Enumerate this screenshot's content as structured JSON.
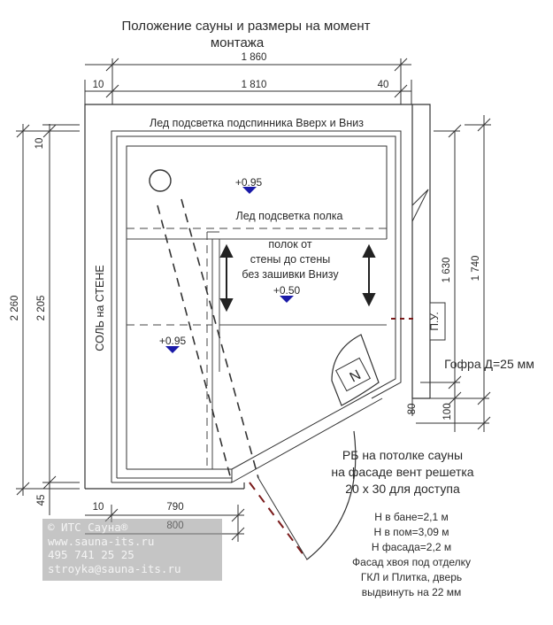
{
  "title_line1": "Положение сауны и размеры на момент",
  "title_line2": "монтажа",
  "dims": {
    "overall_width": "1 860",
    "left_offset": "10",
    "inner_width": "1 810",
    "right_offset": "40",
    "bottom_left_offset": "10",
    "bottom_inner": "790",
    "bottom_outer": "800",
    "left_top_small": "10",
    "left_total": "2 260",
    "left_inner": "2 205",
    "left_bottom": "45",
    "right_height": "1 630",
    "right_total": "1 740",
    "right_80": "80",
    "right_100": "100"
  },
  "labels": {
    "led_top": "Лед подсветка подспинника Вверх и Вниз",
    "led_shelf": "Лед подсветка полка",
    "shelf_line1": "полок от",
    "shelf_line2": "стены до стены",
    "shelf_line3": "без зашивки Внизу",
    "level_top": "+0.95",
    "level_mid": "+0.50",
    "level_left": "+0.95",
    "salt_wall": "СОЛЬ на СТЕНЕ",
    "pu": "П.У.",
    "gofra": "Гофра Д=25 мм",
    "heater_mark": "N"
  },
  "notes": {
    "rb_line1": "РБ на потолке сауны",
    "rb_line2": "на фасаде вент решетка",
    "rb_line3": "20 х 30 для доступа",
    "h1": "Н в бане=2,1 м",
    "h2": "Н в пом=3,09 м",
    "h3": "Н фасада=2,2 м",
    "f1": "Фасад хвоя под отделку",
    "f2": "ГКЛ и Плитка, дверь",
    "f3": "выдвинуть на 22 мм"
  },
  "watermark": {
    "line1": "© ИТС Сауна®",
    "line2": "www.sauna-its.ru",
    "line3": "495 741 25 25",
    "line4": "stroyka@sauna-its.ru"
  },
  "colors": {
    "marker": "#1a1aa8",
    "door_dash": "#7a1a1a",
    "line": "#333333"
  }
}
